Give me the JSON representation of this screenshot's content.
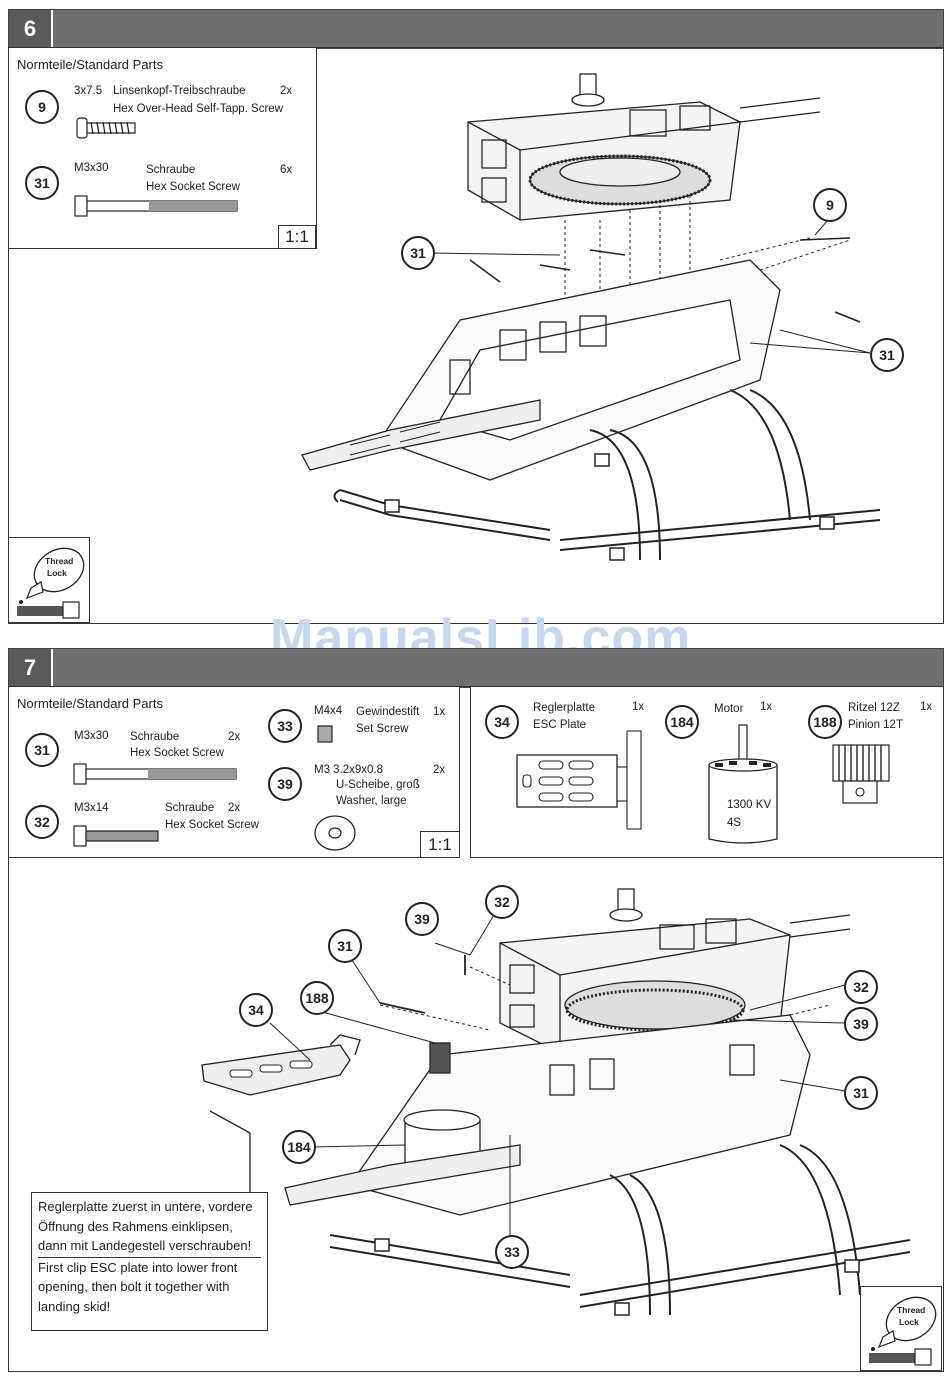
{
  "step6": {
    "number": "6",
    "parts_title": "Normteile/Standard Parts",
    "parts": [
      {
        "id": "9",
        "size": "3x7.5",
        "name_de": "Linsenkopf-Treibschraube",
        "qty": "2x",
        "name_en": "Hex Over-Head Self-Tapp. Screw"
      },
      {
        "id": "31",
        "size": "M3x30",
        "name_de": "Schraube",
        "qty": "6x",
        "name_en": "Hex Socket Screw"
      }
    ],
    "scale": "1:1",
    "callouts": [
      "9",
      "31",
      "31"
    ],
    "thread_lock": {
      "line1": "Thread",
      "line2": "Lock"
    }
  },
  "watermark": "ManualsLib.com",
  "step7": {
    "number": "7",
    "parts_title": "Normteile/Standard Parts",
    "parts_left": [
      {
        "id": "31",
        "size": "M3x30",
        "name_de": "Schraube",
        "qty": "2x",
        "name_en": "Hex Socket Screw"
      },
      {
        "id": "32",
        "size": "M3x14",
        "name_de": "Schraube",
        "qty": "2x",
        "name_en": "Hex Socket Screw"
      }
    ],
    "parts_mid": [
      {
        "id": "33",
        "size": "M4x4",
        "name_de": "Gewindestift",
        "qty": "1x",
        "name_en": "Set Screw"
      },
      {
        "id": "39",
        "size": "M3 3.2x9x0.8",
        "name_de": "U-Scheibe, groß",
        "qty": "2x",
        "name_en": "Washer, large"
      }
    ],
    "scale": "1:1",
    "parts_right": [
      {
        "id": "34",
        "name_de": "Reglerplatte",
        "qty": "1x",
        "name_en": "ESC Plate"
      },
      {
        "id": "184",
        "name_de": "Motor",
        "qty": "1x",
        "spec1": "1300 KV",
        "spec2": "4S"
      },
      {
        "id": "188",
        "name_de": "Ritzel 12Z",
        "qty": "1x",
        "name_en": "Pinion 12T"
      }
    ],
    "callouts": [
      "39",
      "32",
      "31",
      "188",
      "34",
      "184",
      "32",
      "39",
      "31",
      "33"
    ],
    "note_de": "Reglerplatte zuerst in untere, vordere Öffnung des Rahmens einklipsen, dann mit Landegestell verschrauben!",
    "note_en": "First clip ESC plate into lower front opening, then bolt it together with landing skid!",
    "thread_lock": {
      "line1": "Thread",
      "line2": "Lock"
    }
  }
}
